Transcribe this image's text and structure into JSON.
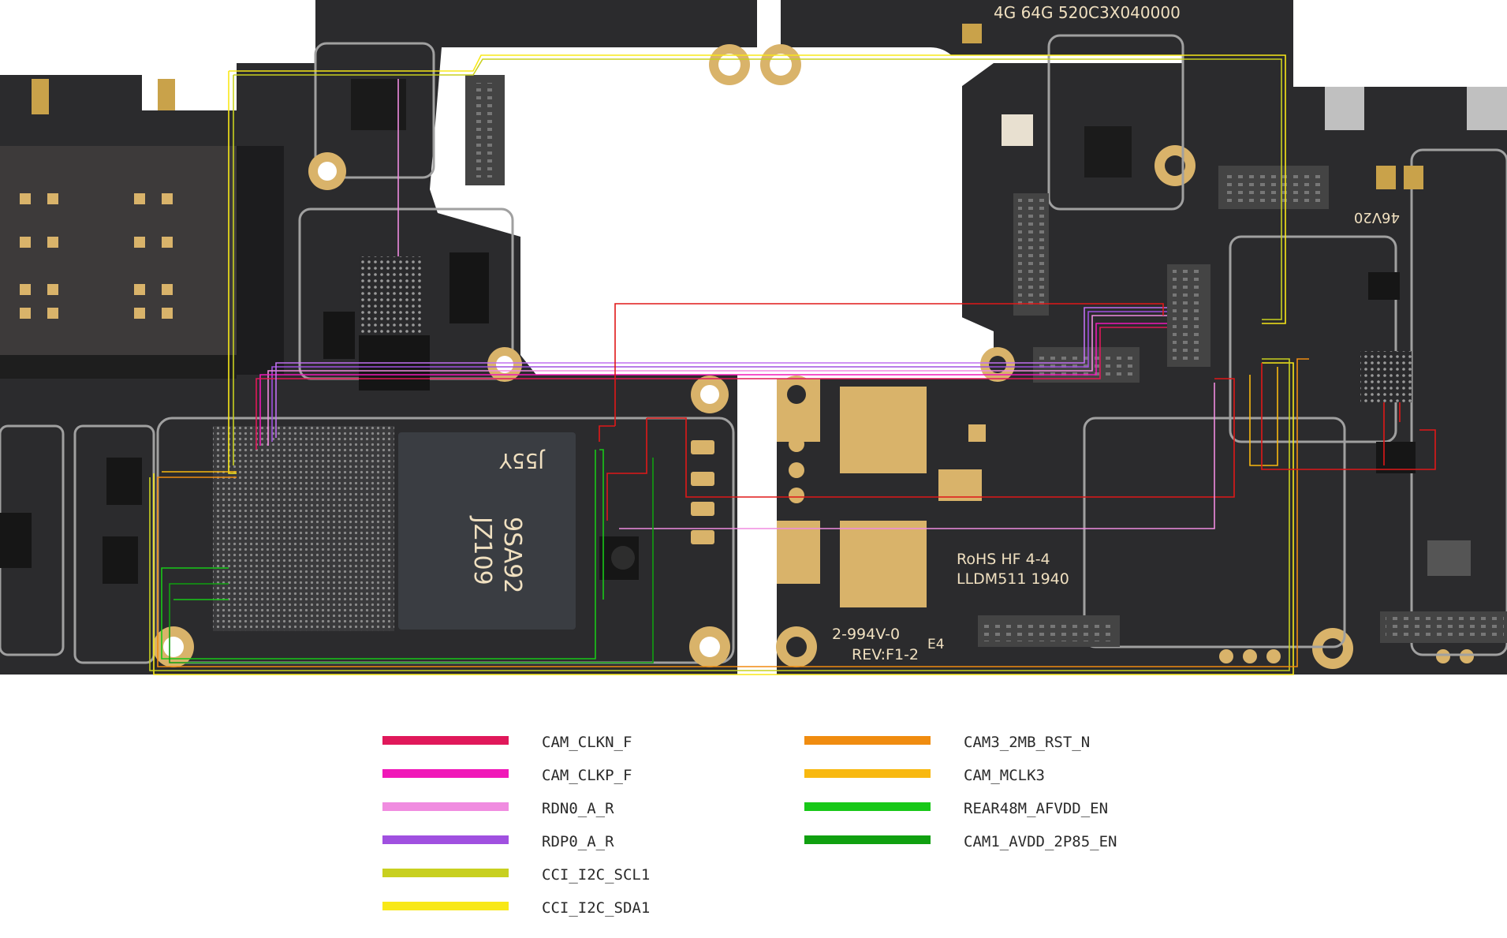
{
  "board": {
    "silkscreen": {
      "top_id": "4G  64G  520C3X040000",
      "rohs": "RoHS HF 4-4",
      "lldm": "LLDM511 1940",
      "part": "2-994V-0",
      "rev": "REV:F1-2",
      "e4": "E4",
      "v20": "46V20",
      "chip_mark_1": "J55Y",
      "chip_mark_2": "9SA92",
      "chip_mark_3": "JZ109"
    }
  },
  "legend": {
    "items": [
      {
        "label": "CAM_CLKN_F",
        "color": "#e0185a"
      },
      {
        "label": "CAM_CLKP_F",
        "color": "#f018b8"
      },
      {
        "label": "RDN0_A_R",
        "color": "#f08ce0"
      },
      {
        "label": "RDP0_A_R",
        "color": "#a050e0"
      },
      {
        "label": "CCI_I2C_SCL1",
        "color": "#c8d020"
      },
      {
        "label": "CCI_I2C_SDA1",
        "color": "#f8e818"
      },
      {
        "label": "CAM3_2MB_RST_N",
        "color": "#f08c10"
      },
      {
        "label": "CAM_MCLK3",
        "color": "#f8b810"
      },
      {
        "label": "REAR48M_AFVDD_EN",
        "color": "#18c818"
      },
      {
        "label": "CAM1_AVDD_2P85_EN",
        "color": "#10a010"
      }
    ]
  },
  "colors": {
    "pcb": "#2b2b2d",
    "pcb_dark": "#1c1c1e",
    "gold": "#d9b36a",
    "shield": "#b8b8b8",
    "trace_red": "#e01818"
  }
}
